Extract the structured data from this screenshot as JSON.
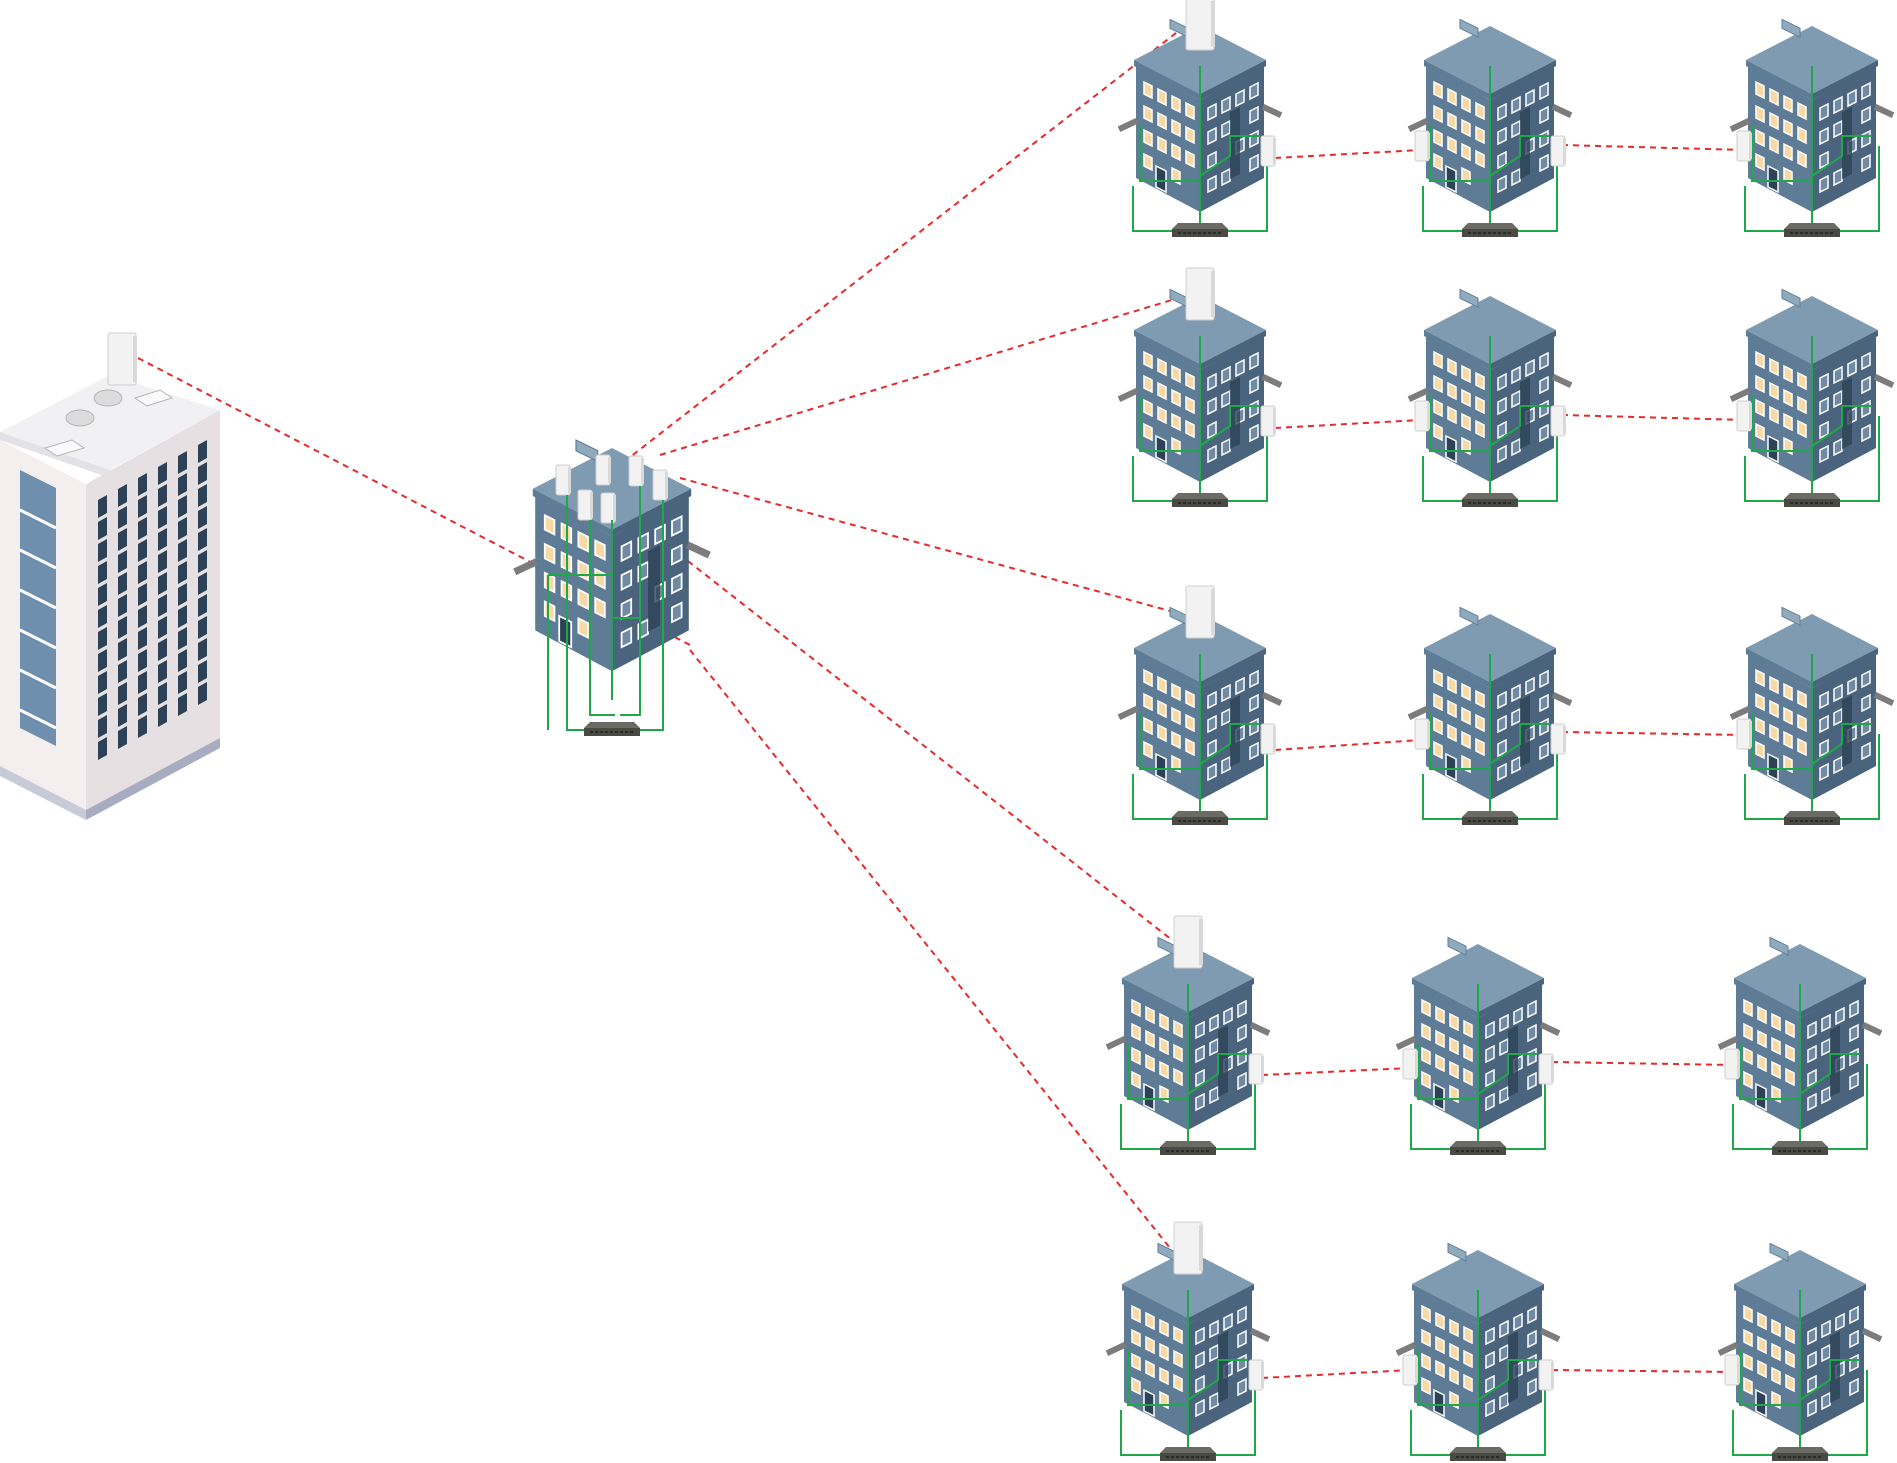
{
  "diagram": {
    "kind": "wireless point-to-multipoint network",
    "colors": {
      "wireless_link": "#e8282b",
      "ethernet_cable": "#1fa84a",
      "building_roof": "#7f9bb2",
      "building_left": "#5f7c96",
      "building_right": "#4a647d",
      "window_lit": "#f7d9a6",
      "window_dark": "#2d4256",
      "highrise_wall": "#f4eeee",
      "highrise_right": "#e6e0e2",
      "highrise_base": "#a7acc0",
      "switch": "#4a4a45",
      "radio": "#f2f2f2"
    },
    "nodes": [
      {
        "id": "core",
        "role": "data center tower",
        "icon": "highrise-building-icon"
      },
      {
        "id": "hub",
        "role": "distribution building",
        "icon": "apartment-building-icon"
      },
      {
        "id": "r1c1",
        "role": "client building",
        "icon": "apartment-building-icon"
      },
      {
        "id": "r1c2",
        "role": "relay building",
        "icon": "apartment-building-icon"
      },
      {
        "id": "r1c3",
        "role": "end building",
        "icon": "apartment-building-icon"
      },
      {
        "id": "r2c1",
        "role": "client building",
        "icon": "apartment-building-icon"
      },
      {
        "id": "r2c2",
        "role": "relay building",
        "icon": "apartment-building-icon"
      },
      {
        "id": "r2c3",
        "role": "end building",
        "icon": "apartment-building-icon"
      },
      {
        "id": "r3c1",
        "role": "client building",
        "icon": "apartment-building-icon"
      },
      {
        "id": "r3c2",
        "role": "relay building",
        "icon": "apartment-building-icon"
      },
      {
        "id": "r3c3",
        "role": "end building",
        "icon": "apartment-building-icon"
      },
      {
        "id": "r4c1",
        "role": "client building",
        "icon": "apartment-building-icon"
      },
      {
        "id": "r4c2",
        "role": "relay building",
        "icon": "apartment-building-icon"
      },
      {
        "id": "r4c3",
        "role": "end building",
        "icon": "apartment-building-icon"
      },
      {
        "id": "r5c1",
        "role": "client building",
        "icon": "apartment-building-icon"
      },
      {
        "id": "r5c2",
        "role": "relay building",
        "icon": "apartment-building-icon"
      },
      {
        "id": "r5c3",
        "role": "end building",
        "icon": "apartment-building-icon"
      }
    ],
    "links": [
      {
        "from": "core",
        "to": "hub",
        "type": "wireless"
      },
      {
        "from": "hub",
        "to": "r1c1",
        "type": "wireless"
      },
      {
        "from": "hub",
        "to": "r2c1",
        "type": "wireless"
      },
      {
        "from": "hub",
        "to": "r3c1",
        "type": "wireless"
      },
      {
        "from": "hub",
        "to": "r4c1",
        "type": "wireless"
      },
      {
        "from": "hub",
        "to": "r5c1",
        "type": "wireless"
      },
      {
        "from": "r1c1",
        "to": "r1c2",
        "type": "wireless"
      },
      {
        "from": "r1c2",
        "to": "r1c3",
        "type": "wireless"
      },
      {
        "from": "r2c1",
        "to": "r2c2",
        "type": "wireless"
      },
      {
        "from": "r2c2",
        "to": "r2c3",
        "type": "wireless"
      },
      {
        "from": "r3c1",
        "to": "r3c2",
        "type": "wireless"
      },
      {
        "from": "r3c2",
        "to": "r3c3",
        "type": "wireless"
      },
      {
        "from": "r4c1",
        "to": "r4c2",
        "type": "wireless"
      },
      {
        "from": "r4c2",
        "to": "r4c3",
        "type": "wireless"
      },
      {
        "from": "r5c1",
        "to": "r5c2",
        "type": "wireless"
      },
      {
        "from": "r5c2",
        "to": "r5c3",
        "type": "wireless"
      }
    ]
  }
}
